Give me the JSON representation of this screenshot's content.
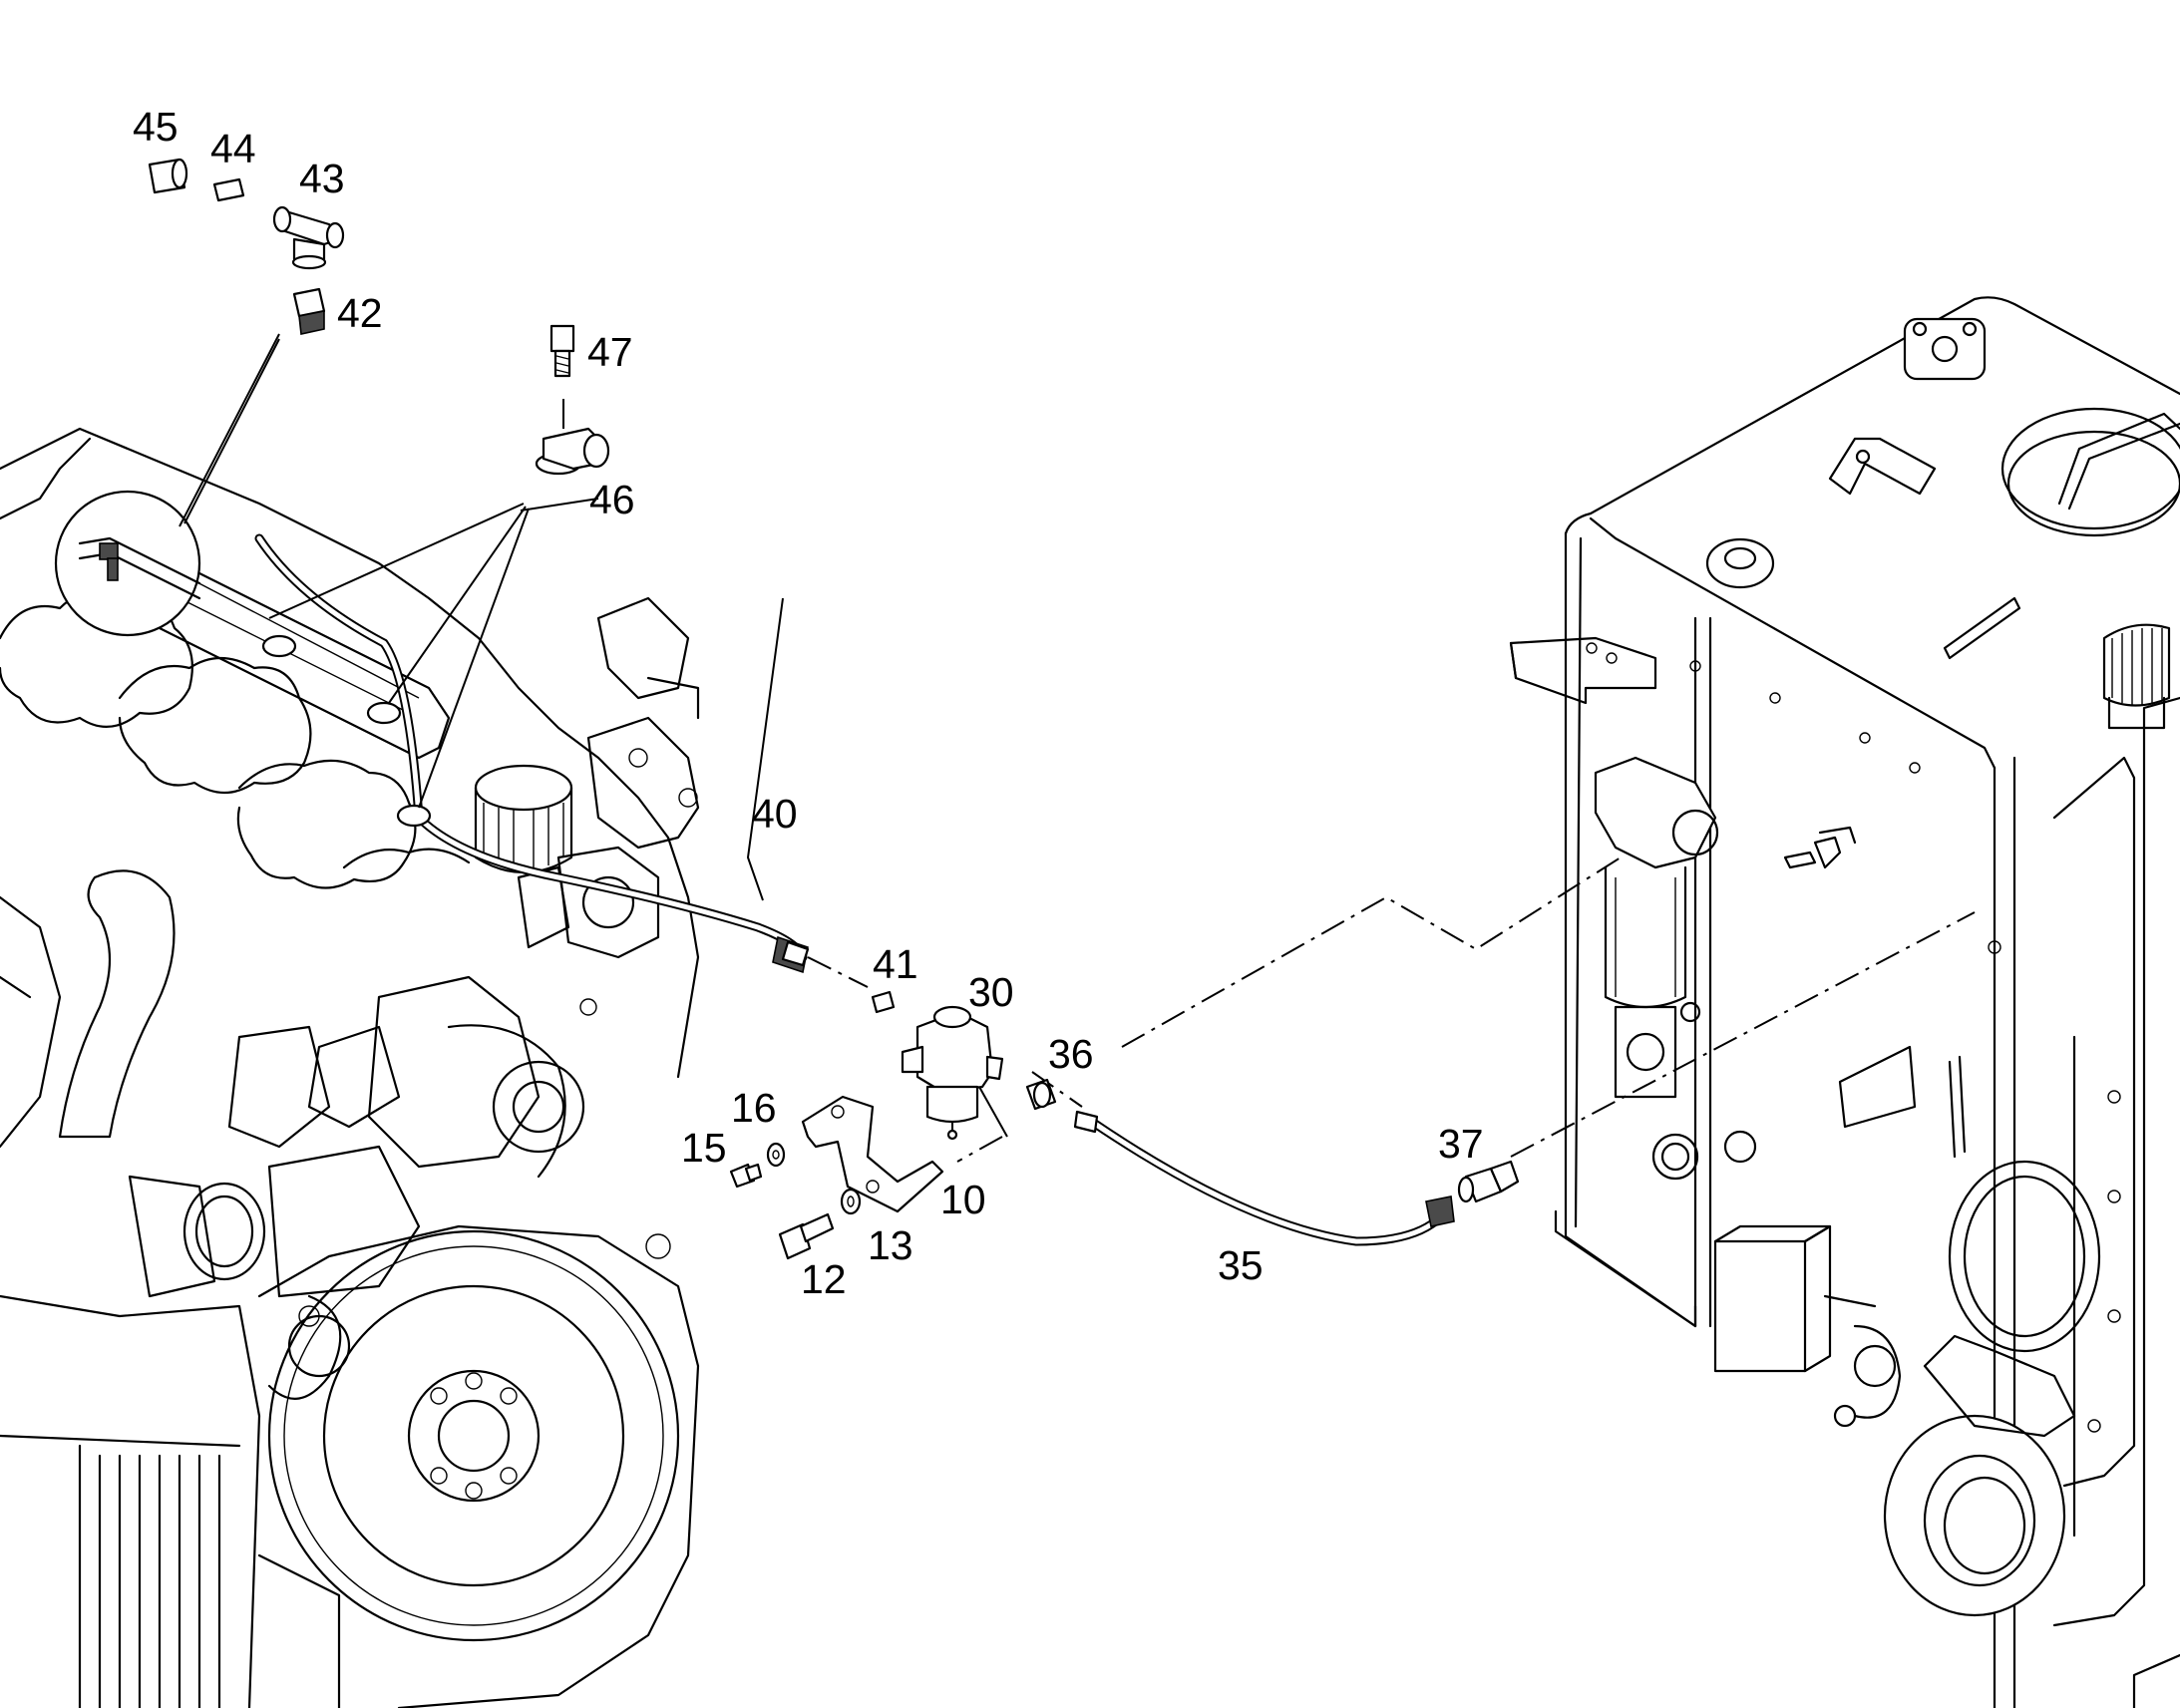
{
  "diagram": {
    "callouts": [
      {
        "id": "c45",
        "label": "45",
        "part": "cap-nut"
      },
      {
        "id": "c44",
        "label": "44",
        "part": "small-fitting"
      },
      {
        "id": "c43",
        "label": "43",
        "part": "tee-fitting"
      },
      {
        "id": "c42",
        "label": "42",
        "part": "adapter-fitting"
      },
      {
        "id": "c47",
        "label": "47",
        "part": "bolt"
      },
      {
        "id": "c46",
        "label": "46",
        "part": "banjo-clamp"
      },
      {
        "id": "c40",
        "label": "40",
        "part": "fuel-line"
      },
      {
        "id": "c41",
        "label": "41",
        "part": "small-connector"
      },
      {
        "id": "c30",
        "label": "30",
        "part": "fuel-filter"
      },
      {
        "id": "c36",
        "label": "36",
        "part": "connector"
      },
      {
        "id": "c16",
        "label": "16",
        "part": "washer"
      },
      {
        "id": "c15",
        "label": "15",
        "part": "screw"
      },
      {
        "id": "c10",
        "label": "10",
        "part": "mounting-bracket"
      },
      {
        "id": "c13",
        "label": "13",
        "part": "washer"
      },
      {
        "id": "c12",
        "label": "12",
        "part": "bolt"
      },
      {
        "id": "c35",
        "label": "35",
        "part": "hose"
      },
      {
        "id": "c37",
        "label": "37",
        "part": "union-fitting"
      }
    ],
    "icons": {
      "engine": "engine-block-drawing",
      "tank": "fuel-tank-drawing",
      "detail": "magnified-detail-circle"
    }
  }
}
